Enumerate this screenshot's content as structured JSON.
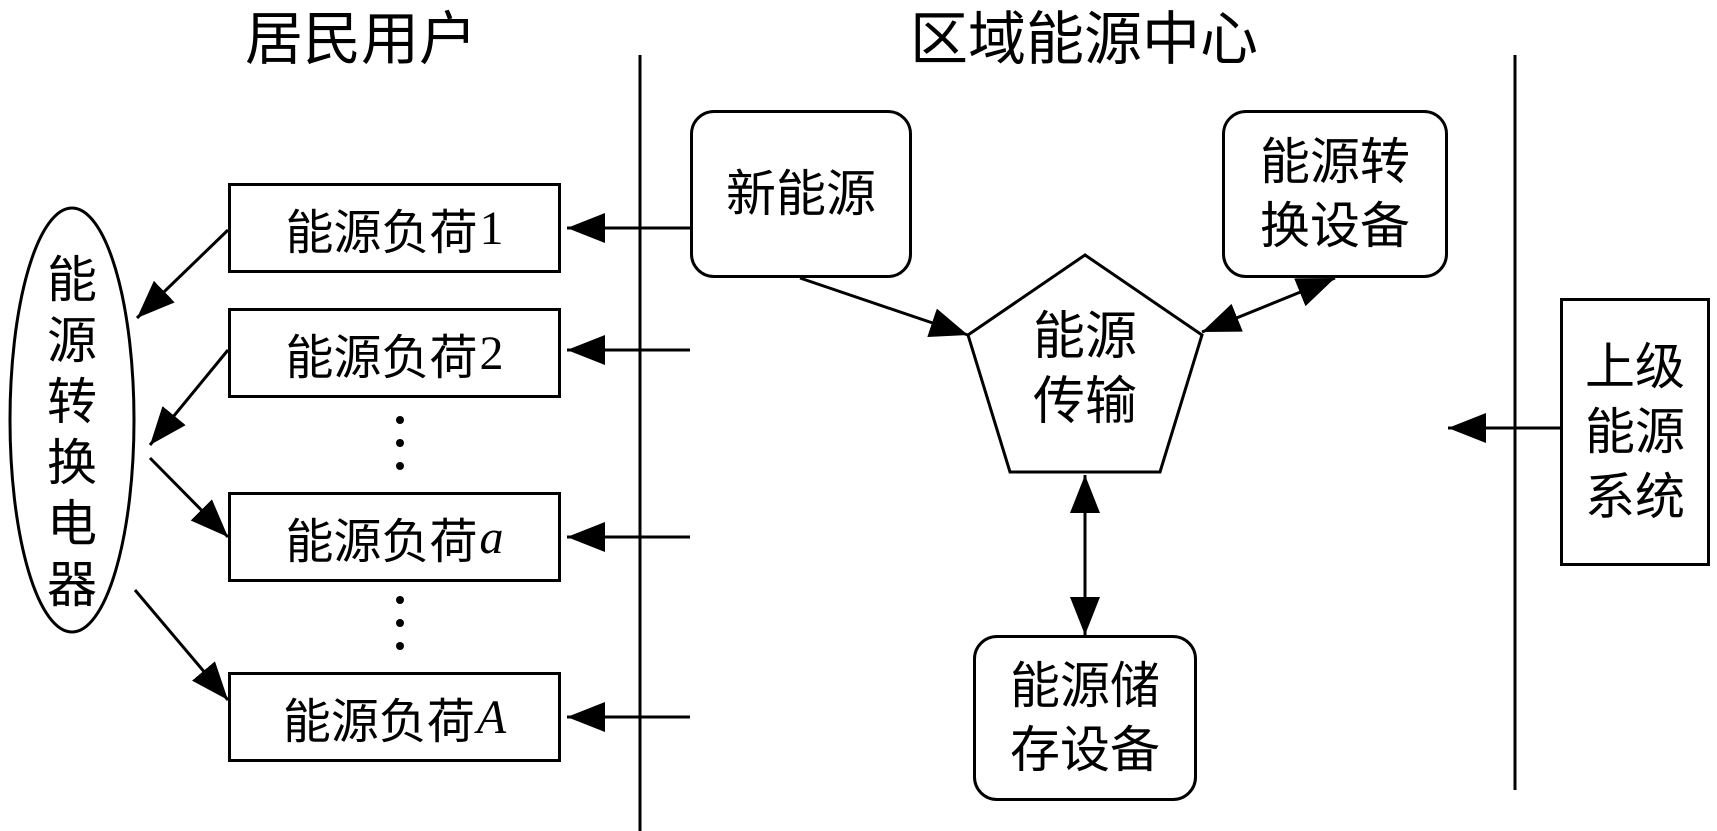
{
  "headers": {
    "residential": "居民用户",
    "regional": "区域能源中心"
  },
  "appliance_ellipse": {
    "chars": [
      "能",
      "源",
      "转",
      "换",
      "电",
      "器"
    ]
  },
  "loads": [
    {
      "prefix": "能源负荷",
      "suffix": "1",
      "italic": false
    },
    {
      "prefix": "能源负荷",
      "suffix": "2",
      "italic": false
    },
    {
      "prefix": "能源负荷",
      "suffix": "a",
      "italic": true
    },
    {
      "prefix": "能源负荷",
      "suffix": "A",
      "italic": true
    }
  ],
  "new_energy": "新能源",
  "converter_device": {
    "line1": "能源转",
    "line2": "换设备"
  },
  "transmission": {
    "line1": "能源",
    "line2": "传输"
  },
  "storage_device": {
    "line1": "能源储",
    "line2": "存设备"
  },
  "upper_system": {
    "line1": "上级",
    "line2": "能源",
    "line3": "系统"
  },
  "colors": {
    "stroke": "#000000",
    "background": "#ffffff"
  }
}
